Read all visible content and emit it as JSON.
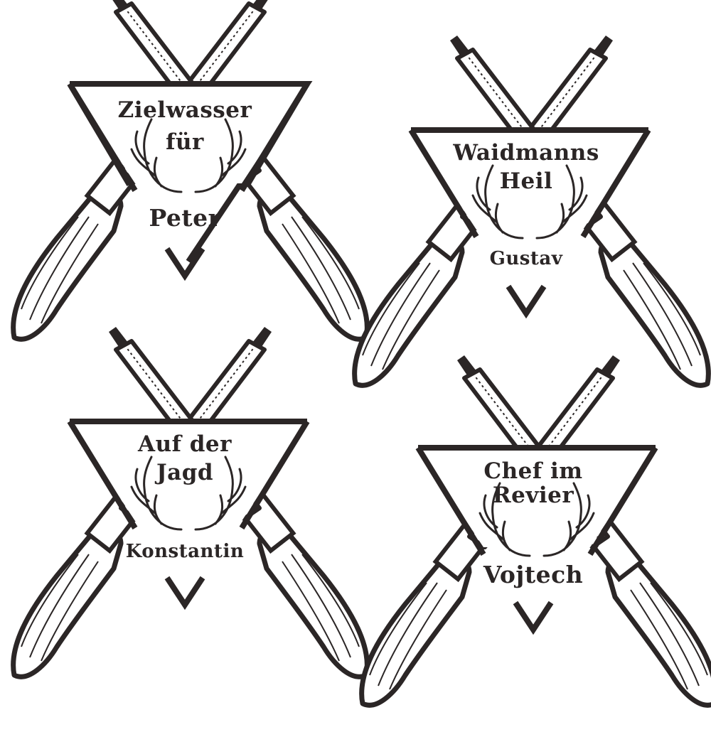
{
  "colors": {
    "ink": "#2b2626",
    "wood": "#ffffff",
    "background": "#ffffff"
  },
  "emblems": [
    {
      "line1": "Zielwasser",
      "line2": "für",
      "name": "Peter"
    },
    {
      "line1": "Waidmanns",
      "line2": "Heil",
      "name": "Gustav"
    },
    {
      "line1": "Auf der",
      "line2": "Jagd",
      "name": "Konstantin"
    },
    {
      "line1": "Chef im",
      "line2": "Revier",
      "name": "Vojtech"
    }
  ]
}
